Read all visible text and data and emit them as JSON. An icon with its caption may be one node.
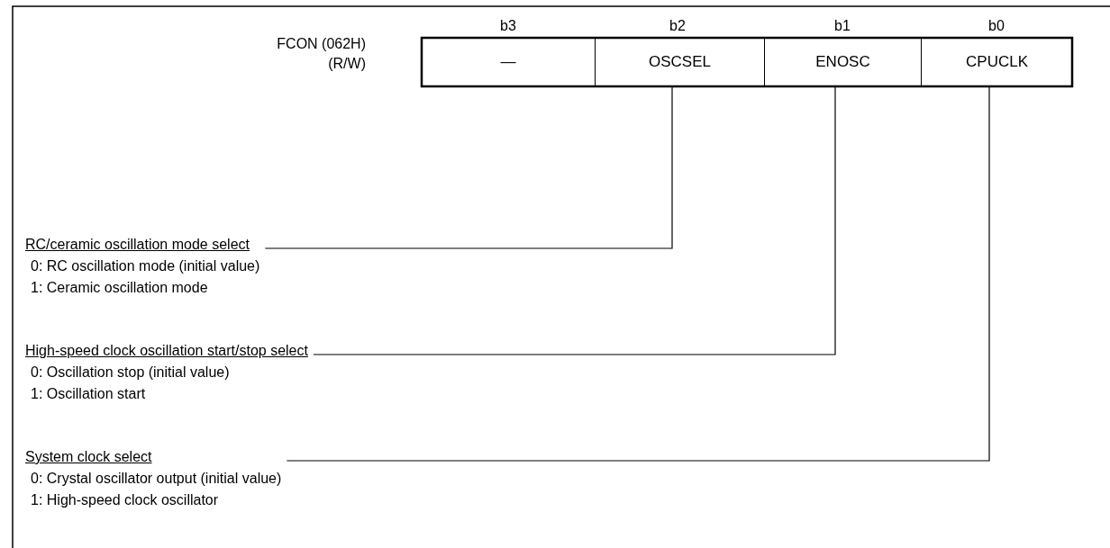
{
  "diagram": {
    "nodes": [
      {
        "text": [
          "—"
        ]
      },
      {
        "text": [
          "OSCSEL"
        ]
      },
      {
        "text": [
          "ENOSC"
        ]
      },
      {
        "text": [
          "CPUCLK"
        ]
      },
      {
        "text": [
          "RC/ceramic oscillation mode select",
          "0: RC oscillation mode (initial value)",
          "1: Ceramic oscillation mode"
        ]
      },
      {
        "text": [
          "High-speed clock oscillation start/stop select",
          "0: Oscillation stop (initial value)",
          "1: Oscillation start"
        ]
      },
      {
        "text": [
          "System clock select",
          "0: Crystal oscillator output (initial value)",
          "1: High-speed clock oscillator"
        ]
      }
    ],
    "edges": [
      {
        "from": 1,
        "to": 4,
        "arrow": "none"
      },
      {
        "from": 2,
        "to": 5,
        "arrow": "none"
      },
      {
        "from": 3,
        "to": 6,
        "arrow": "none"
      }
    ],
    "labels": [
      "b3",
      "b2",
      "b1",
      "b0",
      "FCON (062H)",
      "(R/W)"
    ]
  }
}
